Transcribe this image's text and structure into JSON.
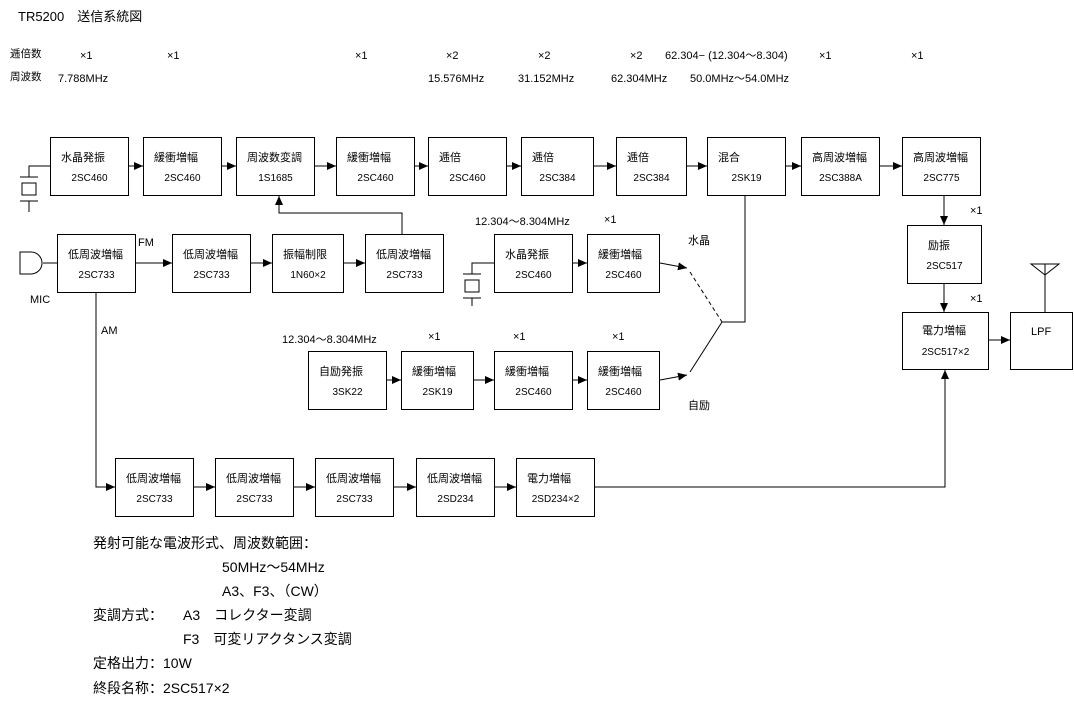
{
  "title": "TR5200　送信系統図",
  "multiplier_row": {
    "label": "逓倍数",
    "values": [
      "×1",
      "×1",
      "×1",
      "×2",
      "×2",
      "×2",
      "62.304− (12.304〜8.304)",
      "×1",
      "×1"
    ]
  },
  "frequency_row": {
    "label": "周波数",
    "values": [
      "7.788MHz",
      "15.576MHz",
      "31.152MHz",
      "62.304MHz",
      "50.0MHz〜54.0MHz"
    ]
  },
  "tx_chain": [
    {
      "function": "水晶発振",
      "device": "2SC460"
    },
    {
      "function": "緩衝増幅",
      "device": "2SC460"
    },
    {
      "function": "周波数変調",
      "device": "1S1685"
    },
    {
      "function": "緩衝増幅",
      "device": "2SC460"
    },
    {
      "function": "逓倍",
      "device": "2SC460"
    },
    {
      "function": "逓倍",
      "device": "2SC384"
    },
    {
      "function": "逓倍",
      "device": "2SC384"
    },
    {
      "function": "混合",
      "device": "2SK19"
    },
    {
      "function": "高周波増幅",
      "device": "2SC388A"
    },
    {
      "function": "高周波増幅",
      "device": "2SC775"
    }
  ],
  "audio_chain": {
    "mic_label": "MIC",
    "fm_label": "FM",
    "am_label": "AM",
    "blocks": [
      {
        "function": "低周波増幅",
        "device": "2SC733"
      },
      {
        "function": "低周波増幅",
        "device": "2SC733"
      },
      {
        "function": "振幅制限",
        "device": "1N60×2"
      },
      {
        "function": "低周波増幅",
        "device": "2SC733"
      }
    ]
  },
  "crystal_local": {
    "frequency": "12.304〜8.304MHz",
    "multiplier": "×1",
    "switch_label": "水晶",
    "blocks": [
      {
        "function": "水晶発振",
        "device": "2SC460"
      },
      {
        "function": "緩衝増幅",
        "device": "2SC460"
      }
    ]
  },
  "vfo_local": {
    "frequency": "12.304〜8.304MHz",
    "multipliers": [
      "×1",
      "×1",
      "×1"
    ],
    "switch_label": "自励",
    "blocks": [
      {
        "function": "自励発振",
        "device": "3SK22"
      },
      {
        "function": "緩衝増幅",
        "device": "2SK19"
      },
      {
        "function": "緩衝増幅",
        "device": "2SC460"
      },
      {
        "function": "緩衝増幅",
        "device": "2SC460"
      }
    ]
  },
  "am_chain": [
    {
      "function": "低周波増幅",
      "device": "2SC733"
    },
    {
      "function": "低周波増幅",
      "device": "2SC733"
    },
    {
      "function": "低周波増幅",
      "device": "2SC733"
    },
    {
      "function": "低周波増幅",
      "device": "2SD234"
    },
    {
      "function": "電力増幅",
      "device": "2SD234×2"
    }
  ],
  "output_stage": {
    "driver": {
      "function": "励振",
      "device": "2SC517",
      "multiplier": "×1"
    },
    "power_amp": {
      "function": "電力増幅",
      "device": "2SC517×2",
      "multiplier": "×1"
    },
    "filter": {
      "label": "LPF"
    }
  },
  "notes": {
    "emission_heading": "発射可能な電波形式、周波数範囲：",
    "frequency_range": "50MHz〜54MHz",
    "emission_modes": "A3、F3、（CW）",
    "modulation_heading": "変調方式：",
    "modulation_a3": "A3　コレクター変調",
    "modulation_f3": "F3　可変リアクタンス変調",
    "rated_output": "定格出力：10W",
    "final_stage": "終段名称：2SC517×2"
  },
  "icons": {
    "crystal": "crystal-icon",
    "microphone": "microphone-icon",
    "antenna": "antenna-icon",
    "arrow": "arrow-icon"
  }
}
